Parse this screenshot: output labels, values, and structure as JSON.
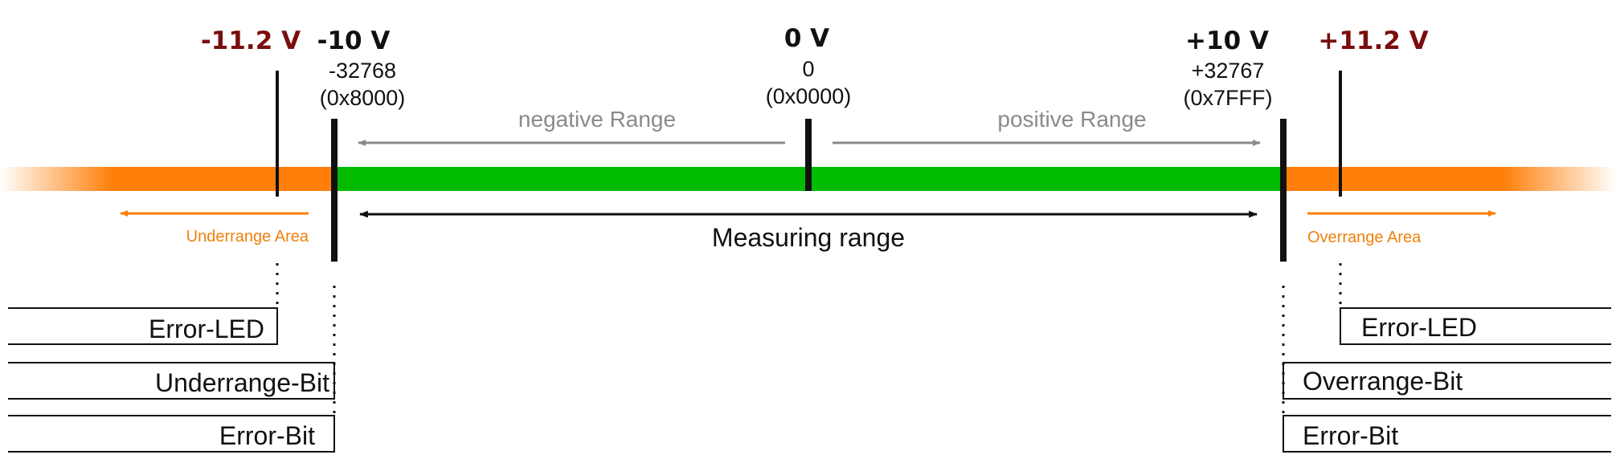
{
  "colors": {
    "ok_range": "#00bb00",
    "out_of_range": "#ff7f0a",
    "limit_label": "#7a0d0d",
    "range_arrow": "#8a8a8a"
  },
  "markers": [
    {
      "id": "neg-overlimit",
      "voltage": "-11.2 V",
      "accent": true
    },
    {
      "id": "neg-limit",
      "voltage": "-10 V",
      "decimal": "-32768",
      "hex": "(0x8000)"
    },
    {
      "id": "zero",
      "voltage": "0 V",
      "decimal": "0",
      "hex": "(0x0000)"
    },
    {
      "id": "pos-limit",
      "voltage": "+10 V",
      "decimal": "+32767",
      "hex": "(0x7FFF)"
    },
    {
      "id": "pos-overlimit",
      "voltage": "+11.2 V",
      "accent": true
    }
  ],
  "ranges": {
    "negative": "negative Range",
    "positive": "positive Range",
    "measuring": "Measuring range"
  },
  "areas": {
    "underrange": "Underrange Area",
    "overrange": "Overrange Area"
  },
  "left_boxes": [
    "Error-LED",
    "Underrange-Bit",
    "Error-Bit"
  ],
  "right_boxes": [
    "Error-LED",
    "Overrange-Bit",
    "Error-Bit"
  ]
}
